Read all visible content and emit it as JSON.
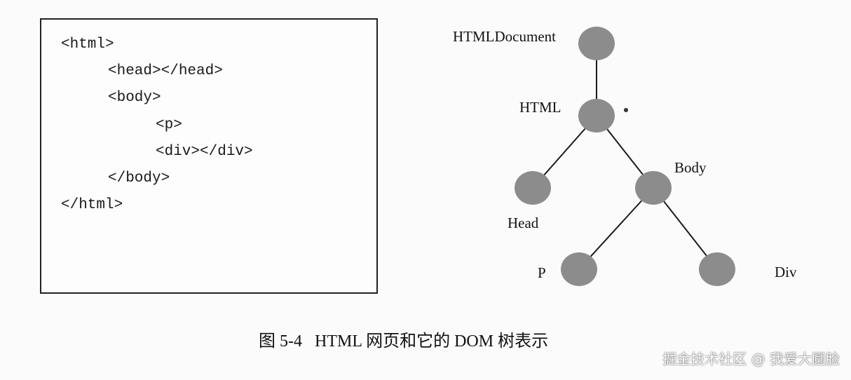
{
  "code": {
    "lines": [
      "<html>",
      "<head></head>",
      "<body>",
      "<p>",
      "<div></div>",
      "</body>",
      "</html>"
    ]
  },
  "tree": {
    "nodes": {
      "document": "HTMLDocument",
      "html": "HTML",
      "head": "Head",
      "body": "Body",
      "p": "P",
      "div": "Div"
    }
  },
  "caption": "图 5-4   HTML 网页和它的 DOM 树表示",
  "watermark": "掘金技术社区 @ 我爱大圆脸",
  "colors": {
    "node_fill": "#8c8c8c",
    "edge": "#1a1a1a",
    "border": "#222222"
  }
}
